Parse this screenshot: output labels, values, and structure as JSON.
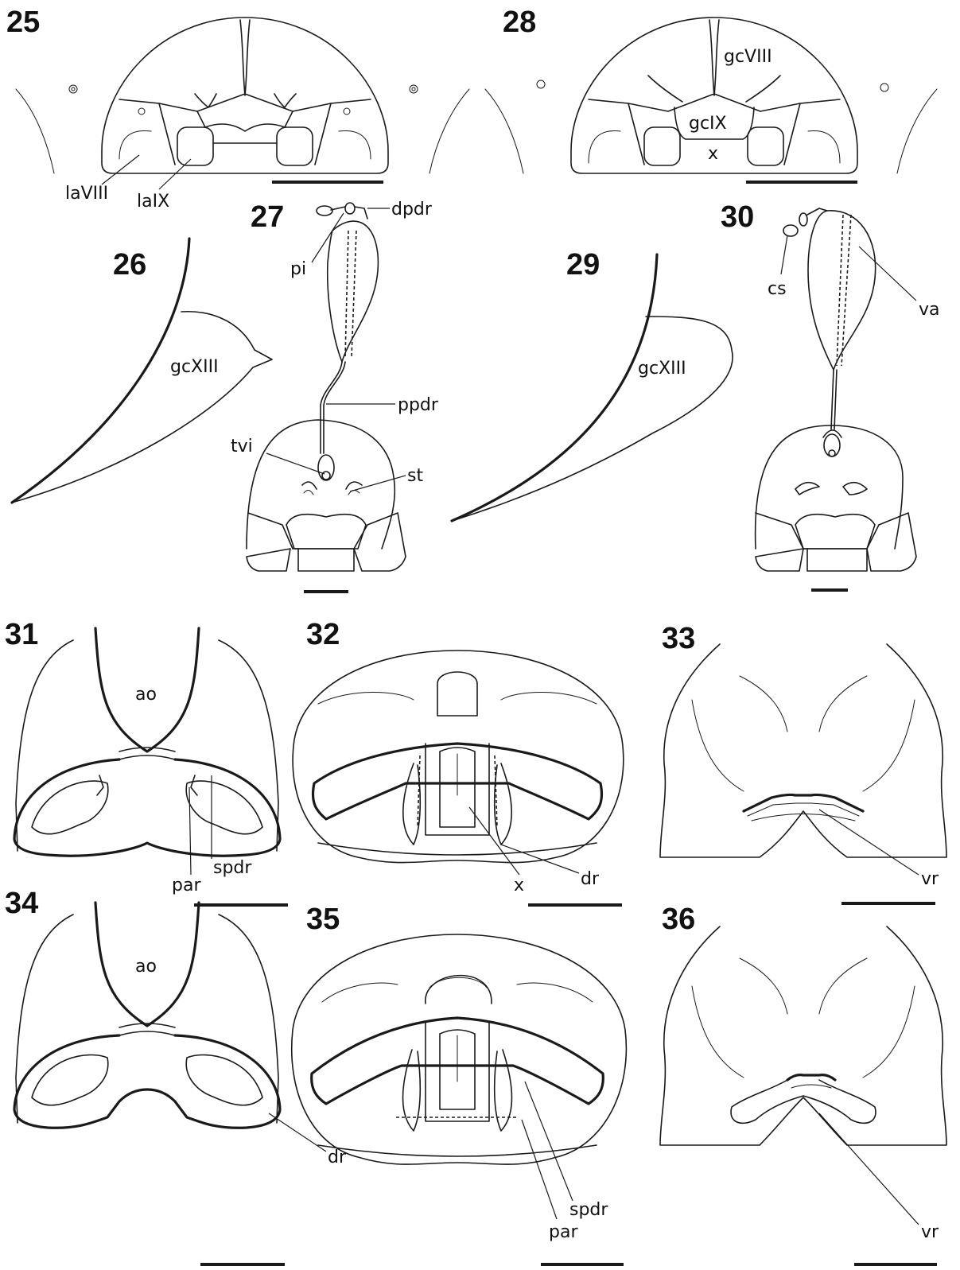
{
  "figures": {
    "f25": {
      "number": "25",
      "labels": {
        "laVIII": "laVIII",
        "laIX": "laIX"
      }
    },
    "f26": {
      "number": "26",
      "labels": {
        "gcXIII": "gcXIII"
      }
    },
    "f27": {
      "number": "27",
      "labels": {
        "dpdr": "dpdr",
        "pi": "pi",
        "ppdr": "ppdr",
        "tvi": "tvi",
        "st": "st"
      }
    },
    "f28": {
      "number": "28",
      "labels": {
        "gcVIII": "gcVIII",
        "gcIX": "gcIX",
        "x": "x"
      }
    },
    "f29": {
      "number": "29",
      "labels": {
        "gcXIII": "gcXIII"
      }
    },
    "f30": {
      "number": "30",
      "labels": {
        "cs": "cs",
        "va": "va"
      }
    },
    "f31": {
      "number": "31",
      "labels": {
        "ao": "ao",
        "spdr": "spdr",
        "par": "par"
      }
    },
    "f32": {
      "number": "32",
      "labels": {
        "x": "x",
        "dr": "dr"
      }
    },
    "f33": {
      "number": "33",
      "labels": {
        "vr": "vr"
      }
    },
    "f34": {
      "number": "34",
      "labels": {
        "ao": "ao",
        "dr": "dr"
      }
    },
    "f35": {
      "number": "35",
      "labels": {
        "spdr": "spdr",
        "par": "par"
      }
    },
    "f36": {
      "number": "36",
      "labels": {
        "vr": "vr"
      }
    }
  }
}
